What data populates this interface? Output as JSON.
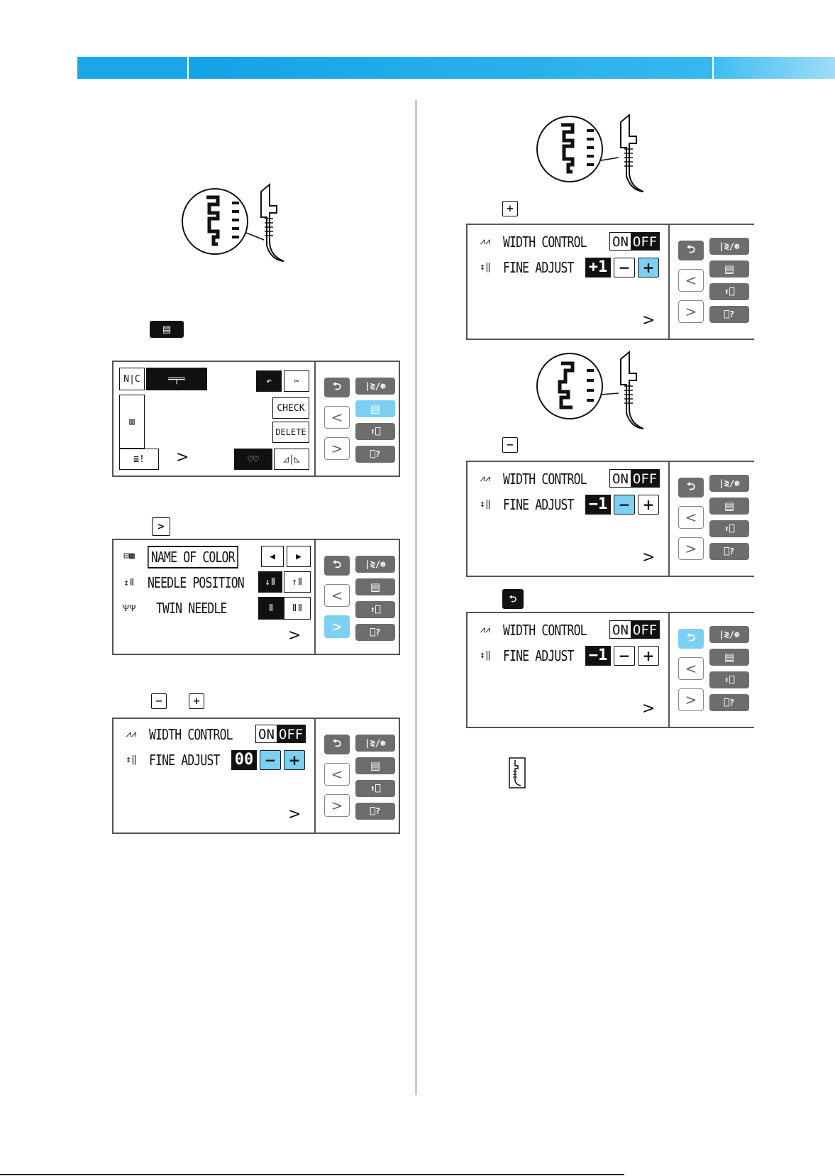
{
  "icons": {
    "plus": "+",
    "minus": "−",
    "chevron_right": ">",
    "chevron_left": "<",
    "back": "⮌",
    "memo": "▤",
    "chevron_small": ">"
  },
  "lcd_common": {
    "width_control": "WIDTH CONTROL",
    "on": "ON",
    "off": "OFF",
    "fine_adjust": "FINE ADJUST"
  },
  "screen1": {
    "check": "CHECK",
    "delete": "DELETE",
    "nc": "N|C"
  },
  "screen2": {
    "name_of_color": "NAME OF COLOR",
    "needle_position": "NEEDLE POSITION",
    "twin_needle": "TWIN NEEDLE"
  },
  "screen3": {
    "fine_value": "00"
  },
  "screen4": {
    "fine_value": "+1"
  },
  "screen5": {
    "fine_value": "−1"
  },
  "screen6": {
    "fine_value": "−1"
  }
}
